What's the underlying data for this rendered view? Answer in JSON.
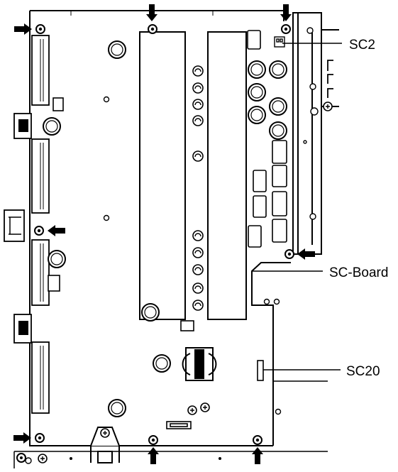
{
  "labels": {
    "sc2": "SC2",
    "sc_board": "SC-Board",
    "sc20": "SC20"
  },
  "colors": {
    "line": "#000000",
    "background": "#ffffff"
  }
}
